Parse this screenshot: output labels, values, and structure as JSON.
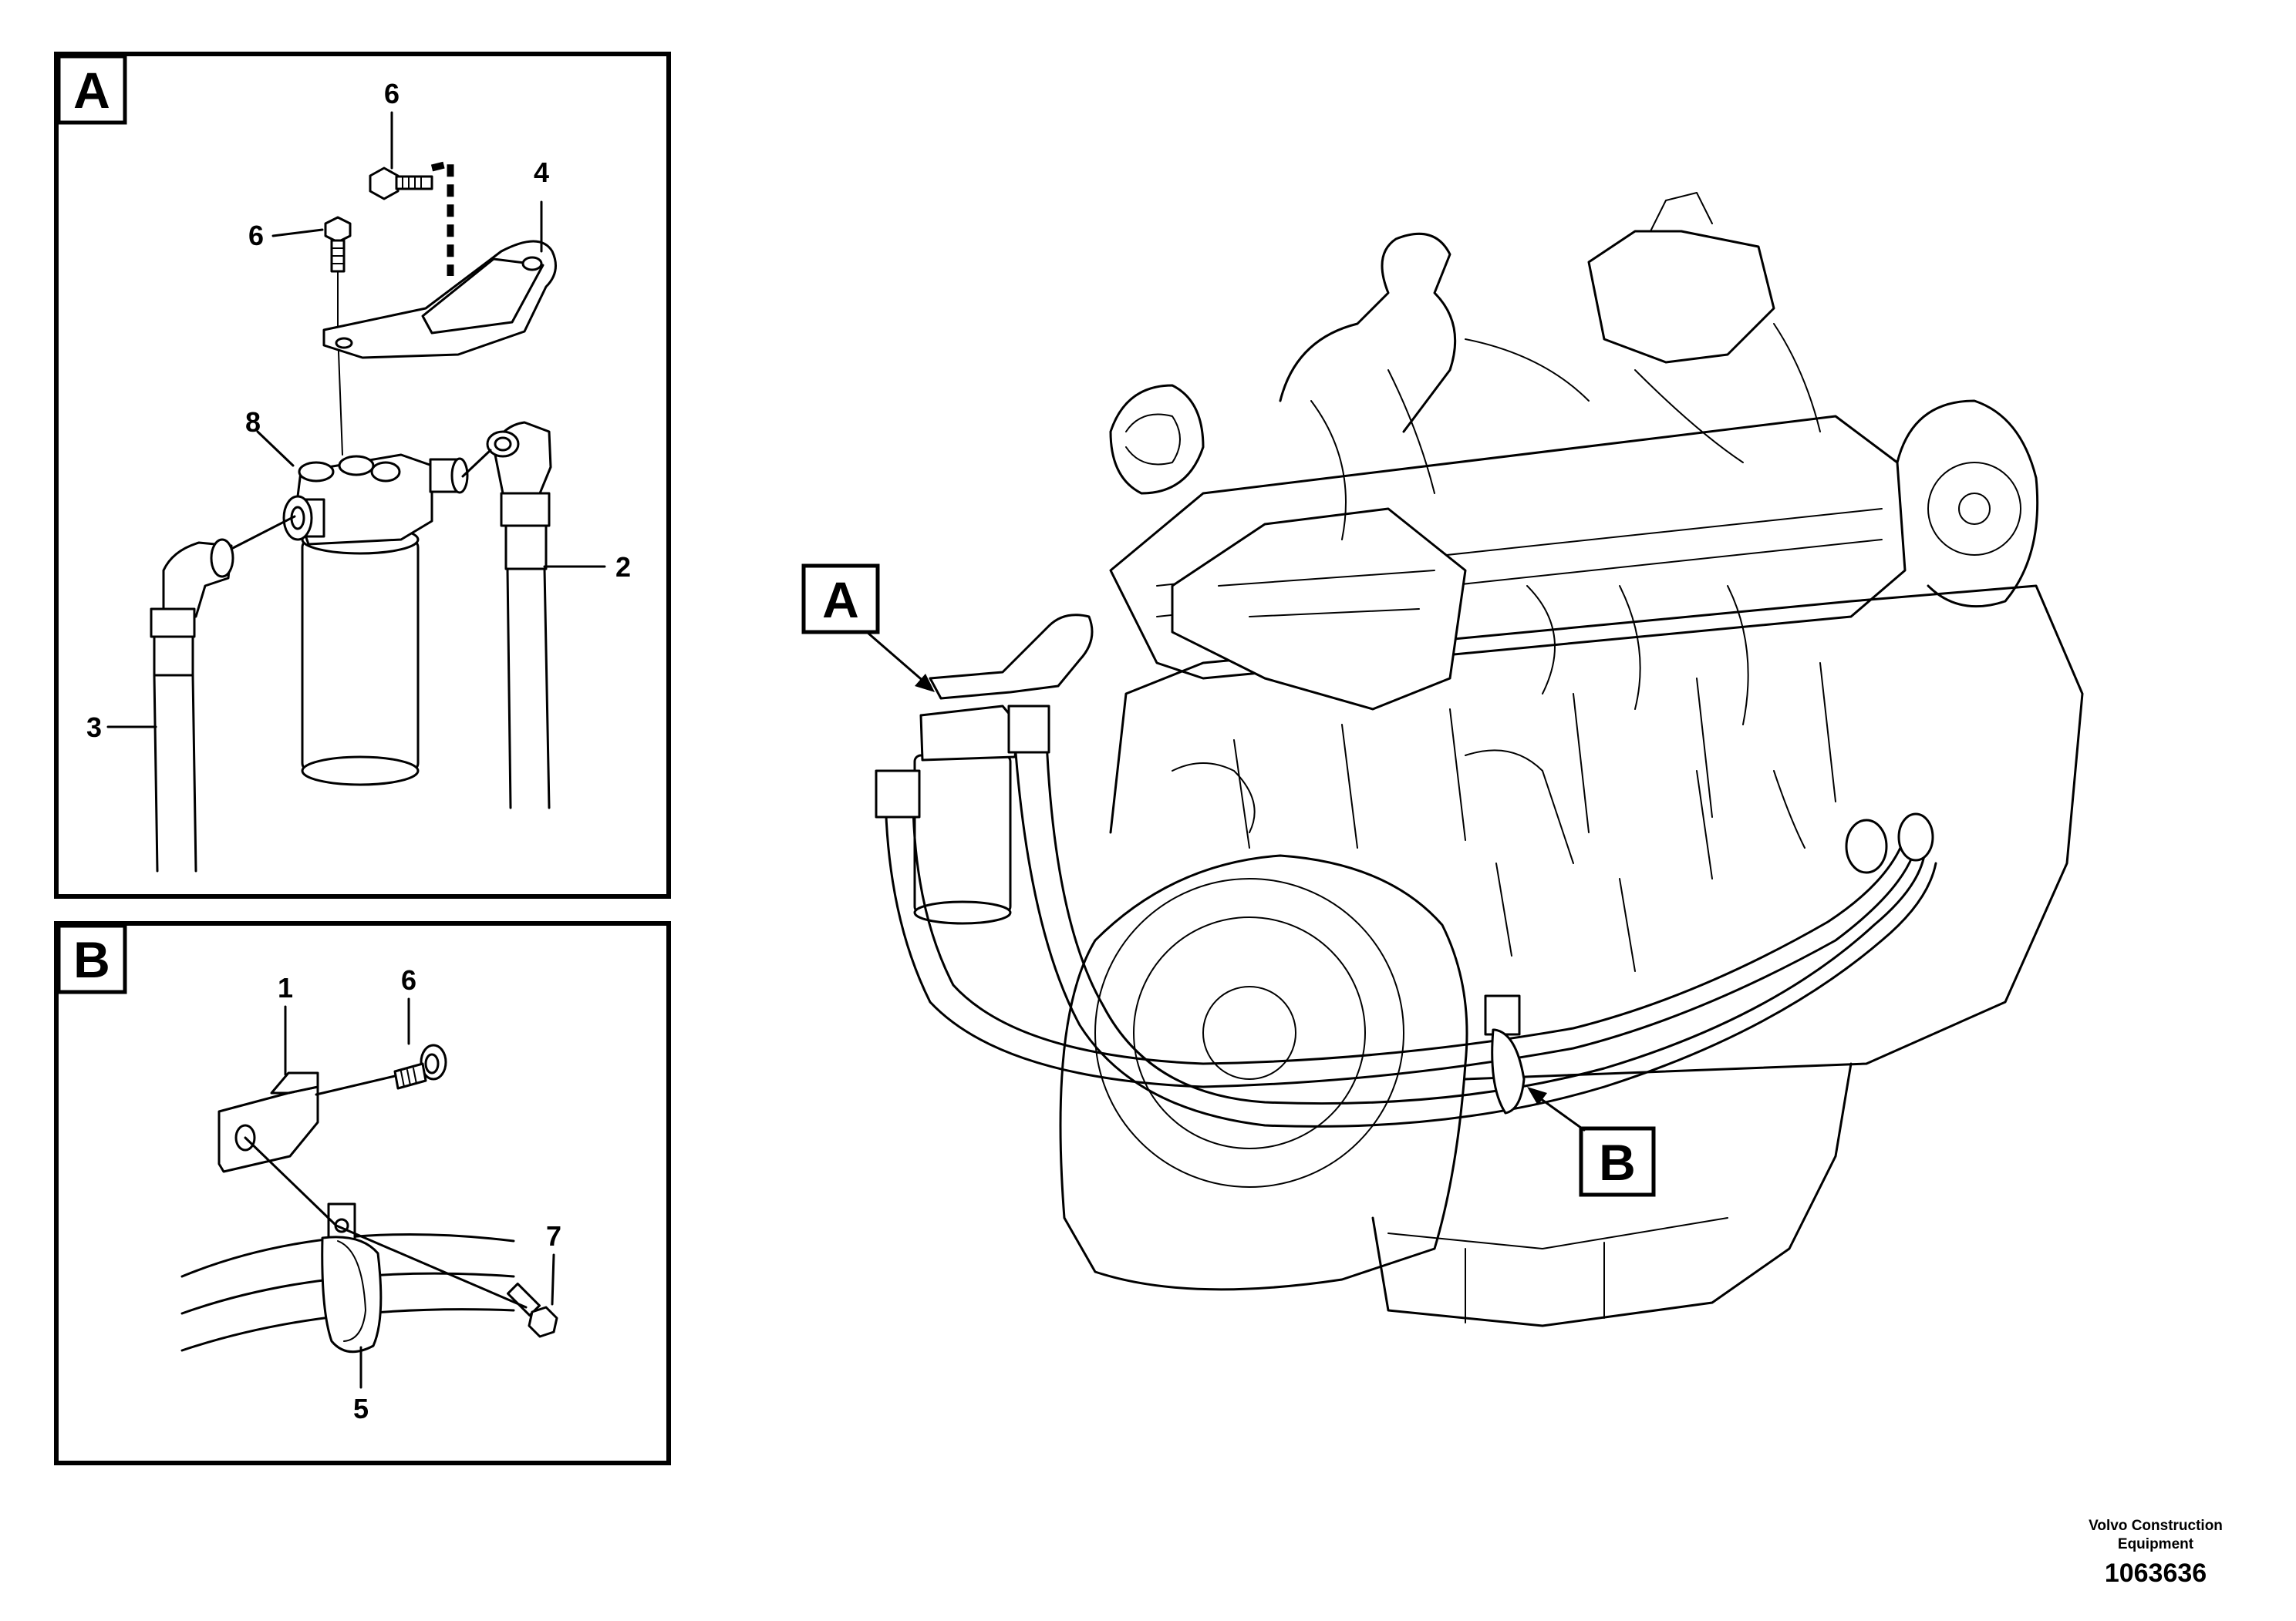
{
  "views": {
    "detail_a": {
      "letter": "A"
    },
    "detail_b": {
      "letter": "B"
    },
    "overview": {
      "label_a": "A",
      "label_b": "B"
    }
  },
  "callouts": {
    "a": {
      "c6_top": "6",
      "c6_left": "6",
      "c4": "4",
      "c8": "8",
      "c2": "2",
      "c3": "3"
    },
    "b": {
      "c1": "1",
      "c6": "6",
      "c7": "7",
      "c5": "5"
    }
  },
  "footer": {
    "brand_line1": "Volvo Construction",
    "brand_line2": "Equipment",
    "image_number": "1063636"
  }
}
